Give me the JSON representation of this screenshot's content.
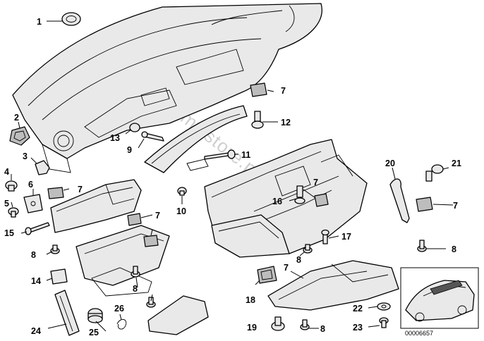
{
  "diagram": {
    "watermark": "www.bmwstore.pl",
    "document_id": "00006657",
    "callouts": [
      "1",
      "2",
      "3",
      "4",
      "5",
      "6",
      "7",
      "7",
      "7",
      "7",
      "7",
      "7",
      "8",
      "8",
      "8",
      "8",
      "8",
      "9",
      "10",
      "11",
      "12",
      "13",
      "14",
      "15",
      "16",
      "17",
      "18",
      "19",
      "20",
      "21",
      "22",
      "23",
      "24",
      "25",
      "26"
    ]
  }
}
